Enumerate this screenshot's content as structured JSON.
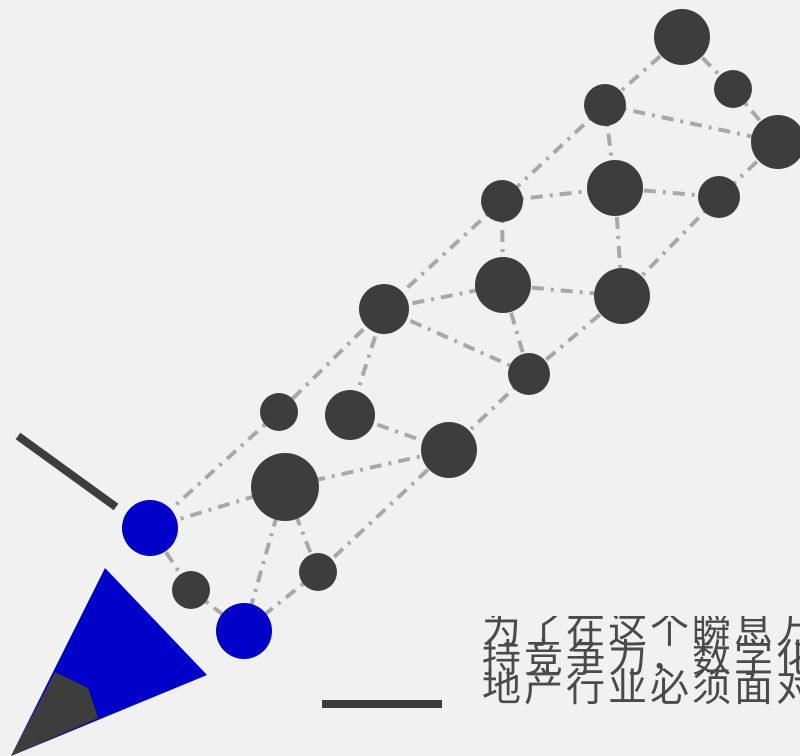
{
  "caption": {
    "lines": [
      "为了在这个瞬息万变的时代保",
      "持竞争力，数字化转型对房",
      "地产行业必须面对的课题"
    ]
  },
  "colors": {
    "background": "#f1f1f1",
    "node": "#3d3d3d",
    "accent": "#0000c8",
    "edge": "#a8a8a8",
    "dash": "#3d3d3d"
  }
}
